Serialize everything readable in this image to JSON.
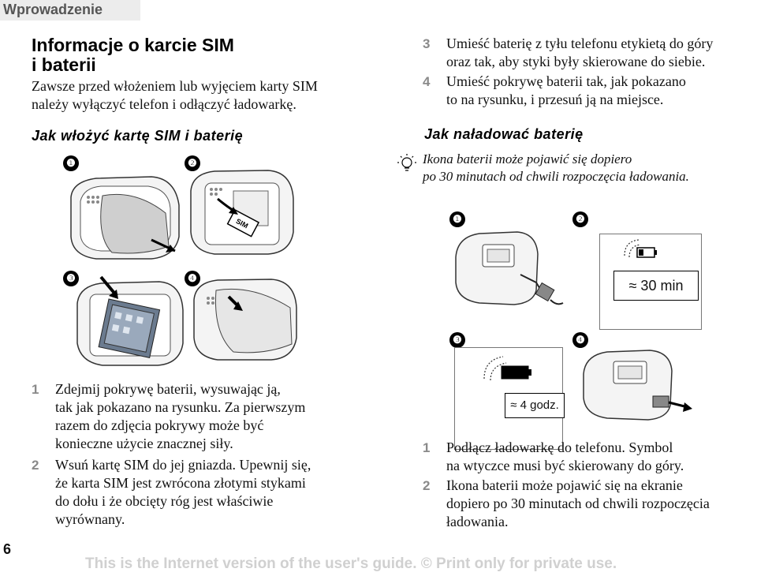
{
  "header": {
    "section": "Wprowadzenie"
  },
  "left": {
    "title_line1": "Informacje o karcie SIM",
    "title_line2": "i baterii",
    "intro_line1": "Zawsze przed włożeniem lub wyjęciem karty SIM",
    "intro_line2": "należy wyłączyć telefon i odłączyć ładowarkę.",
    "subheading": "Jak włożyć kartę SIM i baterię",
    "markers": [
      "❶",
      "❷",
      "❸",
      "❹"
    ],
    "sim_label": "SIM",
    "steps": [
      {
        "num": "1",
        "lines": [
          "Zdejmij pokrywę baterii, wysuwając ją,",
          "tak jak pokazano na rysunku. Za pierwszym",
          "razem do zdjęcia pokrywy może być",
          "konieczne użycie znacznej siły."
        ]
      },
      {
        "num": "2",
        "lines": [
          "Wsuń kartę SIM do jej gniazda. Upewnij się,",
          "że karta SIM jest zwrócona złotymi stykami",
          "do dołu i że obcięty róg jest właściwie",
          "wyrównany."
        ]
      }
    ]
  },
  "right": {
    "steps_top": [
      {
        "num": "3",
        "lines": [
          "Umieść baterię z tyłu telefonu etykietą do góry",
          "oraz tak, aby styki były skierowane do siebie."
        ]
      },
      {
        "num": "4",
        "lines": [
          "Umieść pokrywę baterii tak, jak pokazano",
          "to na rysunku, i przesuń ją na miejsce."
        ]
      }
    ],
    "subheading": "Jak naładować baterię",
    "note_line1": "Ikona baterii może pojawić się dopiero",
    "note_line2": "po 30 minutach od chwili rozpoczęcia ładowania.",
    "markers": [
      "❶",
      "❷",
      "❸",
      "❹"
    ],
    "label_30min": "≈ 30 min",
    "label_4godz": "≈ 4 godz.",
    "steps_bottom": [
      {
        "num": "1",
        "lines": [
          "Podłącz ładowarkę do telefonu. Symbol",
          "na wtyczce musi być skierowany do góry."
        ]
      },
      {
        "num": "2",
        "lines": [
          "Ikona baterii może pojawić się na ekranie",
          "dopiero po 30 minutach od chwili rozpoczęcia",
          "ładowania."
        ]
      }
    ]
  },
  "page_number": "6",
  "footer": "This is the Internet version of the user's guide. © Print only for private use.",
  "icons": {
    "tip": "lightbulb-icon",
    "arrow": "arrow-icon"
  }
}
